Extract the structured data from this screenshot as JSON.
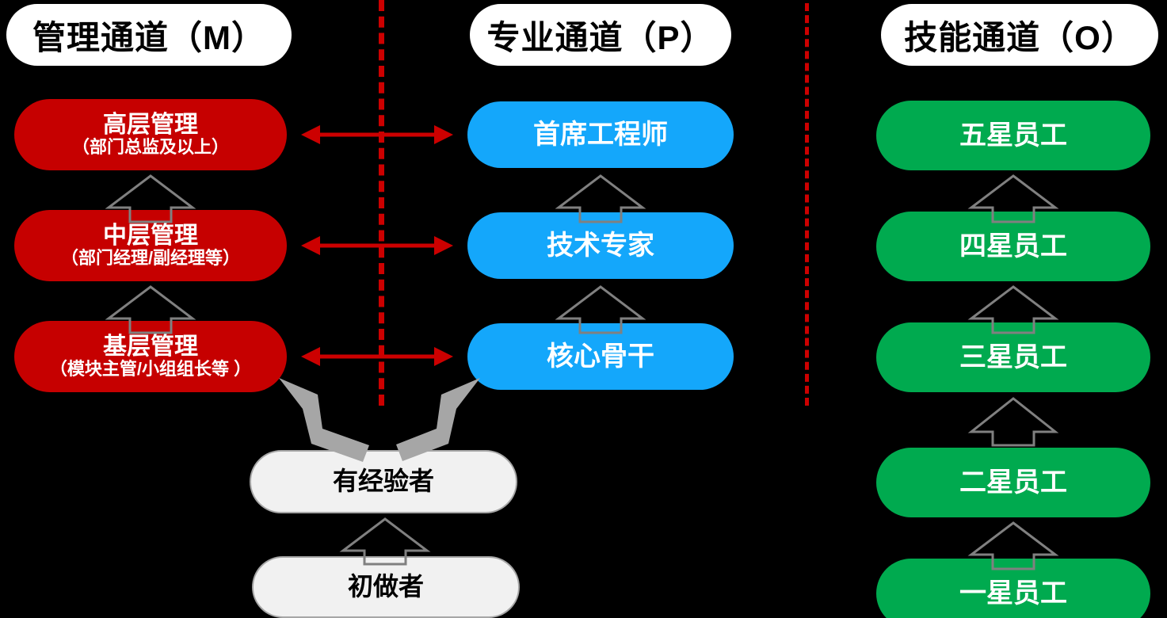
{
  "diagram": {
    "title_hidden": "",
    "background_color": "#000000",
    "colors": {
      "management": "#c60000",
      "professional": "#14a7fb",
      "skill": "#00aa4f",
      "entry": "#f1f1f1",
      "divider": "#cc0000",
      "arrow_outline": "#808080",
      "diagonal_arrow": "#a6a6a6",
      "header_bg": "#ffffff",
      "header_text": "#000000"
    }
  },
  "headers": [
    {
      "label": "管理通道（M）"
    },
    {
      "label": "专业通道（P）"
    },
    {
      "label": "技能通道（O）"
    }
  ],
  "management_track": [
    {
      "title": "高层管理",
      "sub": "（部门总监及以上）"
    },
    {
      "title": "中层管理",
      "sub": "（部门经理/副经理等）"
    },
    {
      "title": "基层管理",
      "sub": "（模块主管/小组组长等 ）"
    }
  ],
  "professional_track": [
    {
      "title": "首席工程师",
      "sub": ""
    },
    {
      "title": "技术专家",
      "sub": ""
    },
    {
      "title": "核心骨干",
      "sub": ""
    }
  ],
  "skill_track": [
    {
      "title": "五星员工",
      "sub": ""
    },
    {
      "title": "四星员工",
      "sub": ""
    },
    {
      "title": "三星员工",
      "sub": ""
    },
    {
      "title": "二星员工",
      "sub": ""
    },
    {
      "title": "一星员工",
      "sub": ""
    }
  ],
  "entry_track": [
    {
      "title": "有经验者",
      "sub": ""
    },
    {
      "title": "初做者",
      "sub": ""
    }
  ],
  "connectors": {
    "promotion_arrow": "up-arrow-icon",
    "lateral_arrow": "double-headed-horizontal-arrow-icon",
    "branch_arrow": "diagonal-arrow-icon",
    "divider": "vertical-dashed-line"
  }
}
